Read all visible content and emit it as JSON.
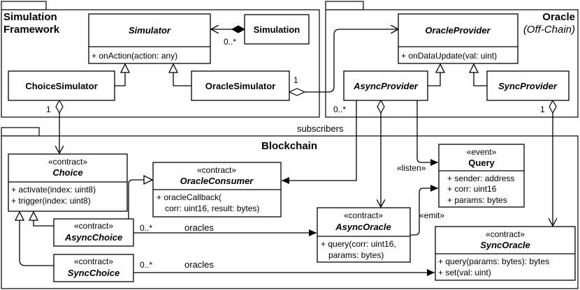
{
  "packages": {
    "simulation_framework": {
      "title_line1": "Simulation",
      "title_line2": "Framework"
    },
    "oracle": {
      "title": "Oracle",
      "subtitle": "(Off-Chain)"
    },
    "blockchain": {
      "title": "Blockchain"
    }
  },
  "classes": {
    "simulator": {
      "name": "Simulator",
      "ops": [
        "+ onAction(action: any)"
      ]
    },
    "simulation": {
      "name": "Simulation"
    },
    "choice_simulator": {
      "name": "ChoiceSimulator"
    },
    "oracle_simulator": {
      "name": "OracleSimulator"
    },
    "oracle_provider": {
      "name": "OracleProvider",
      "ops": [
        "+ onDataUpdate(val: uint)"
      ]
    },
    "async_provider": {
      "name": "AsyncProvider"
    },
    "sync_provider": {
      "name": "SyncProvider"
    },
    "choice": {
      "stereotype": "«contract»",
      "name": "Choice",
      "ops": [
        "+ activate(index: uint8)",
        "+ trigger(index: uint8)"
      ]
    },
    "oracle_consumer": {
      "stereotype": "«contract»",
      "name": "OracleConsumer",
      "ops": [
        "+ oracleCallback(",
        "corr: uint16, result: bytes)"
      ]
    },
    "query": {
      "stereotype": "«event»",
      "name": "Query",
      "attrs": [
        "+ sender: address",
        "+ corr: uint16",
        "+ params: bytes"
      ]
    },
    "async_choice": {
      "stereotype": "«contract»",
      "name": "AsyncChoice"
    },
    "sync_choice": {
      "stereotype": "«contract»",
      "name": "SyncChoice"
    },
    "async_oracle": {
      "stereotype": "«contract»",
      "name": "AsyncOracle",
      "ops": [
        "+ query(corr: uint16,",
        "params: bytes)"
      ]
    },
    "sync_oracle": {
      "stereotype": "«contract»",
      "name": "SyncOracle",
      "ops": [
        "+ query(params: bytes): bytes",
        "+ set(val: uint)"
      ]
    }
  },
  "labels": {
    "sim_mult": "0..*",
    "choice_sim_mult": "1",
    "oracle_sim_mult": "1",
    "subscribers_mult": "0..*",
    "subscribers": "subscribers",
    "sync_provider_mult": "1",
    "listen": "«listen»",
    "emit": "«emit»",
    "async_oracles_mult": "0..*",
    "async_oracles": "oracles",
    "sync_oracles_mult": "0..*",
    "sync_oracles": "oracles"
  }
}
